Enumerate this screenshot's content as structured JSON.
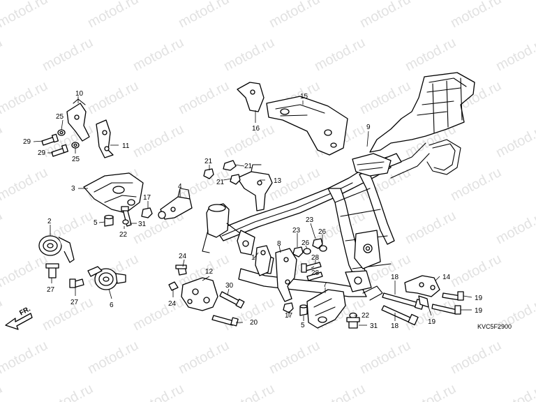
{
  "diagram": {
    "code": "KVC5F2900",
    "direction_label": "FR.",
    "watermark": "motod.ru",
    "callouts": [
      {
        "id": "c10",
        "text": "10"
      },
      {
        "id": "c25a",
        "text": "25"
      },
      {
        "id": "c29a",
        "text": "29"
      },
      {
        "id": "c29b",
        "text": "29"
      },
      {
        "id": "c25b",
        "text": "25"
      },
      {
        "id": "c11",
        "text": "11"
      },
      {
        "id": "c3",
        "text": "3"
      },
      {
        "id": "c5a",
        "text": "5"
      },
      {
        "id": "c17a",
        "text": "17"
      },
      {
        "id": "c31a",
        "text": "31"
      },
      {
        "id": "c22a",
        "text": "22"
      },
      {
        "id": "c4",
        "text": "4"
      },
      {
        "id": "c2",
        "text": "2"
      },
      {
        "id": "c27a",
        "text": "27"
      },
      {
        "id": "c27b",
        "text": "27"
      },
      {
        "id": "c6",
        "text": "6"
      },
      {
        "id": "c16",
        "text": "16"
      },
      {
        "id": "c15",
        "text": "15"
      },
      {
        "id": "c9",
        "text": "9"
      },
      {
        "id": "c21a",
        "text": "21"
      },
      {
        "id": "c21b",
        "text": "21"
      },
      {
        "id": "c21c",
        "text": "21"
      },
      {
        "id": "c13",
        "text": "13"
      },
      {
        "id": "c24a",
        "text": "24"
      },
      {
        "id": "c24b",
        "text": "24"
      },
      {
        "id": "c12",
        "text": "12"
      },
      {
        "id": "c30",
        "text": "30"
      },
      {
        "id": "c20",
        "text": "20"
      },
      {
        "id": "c1",
        "text": "1"
      },
      {
        "id": "c8",
        "text": "8"
      },
      {
        "id": "c23a",
        "text": "23"
      },
      {
        "id": "c23b",
        "text": "23"
      },
      {
        "id": "c26a",
        "text": "26"
      },
      {
        "id": "c26b",
        "text": "26"
      },
      {
        "id": "c28a",
        "text": "28"
      },
      {
        "id": "c28b",
        "text": "28"
      },
      {
        "id": "c7",
        "text": "7"
      },
      {
        "id": "c17b",
        "text": "17"
      },
      {
        "id": "c5b",
        "text": "5"
      },
      {
        "id": "c22b",
        "text": "22"
      },
      {
        "id": "c31b",
        "text": "31"
      },
      {
        "id": "c18a",
        "text": "18"
      },
      {
        "id": "c18b",
        "text": "18"
      },
      {
        "id": "c14",
        "text": "14"
      },
      {
        "id": "c19a",
        "text": "19"
      },
      {
        "id": "c19b",
        "text": "19"
      },
      {
        "id": "c19c",
        "text": "19"
      }
    ]
  }
}
